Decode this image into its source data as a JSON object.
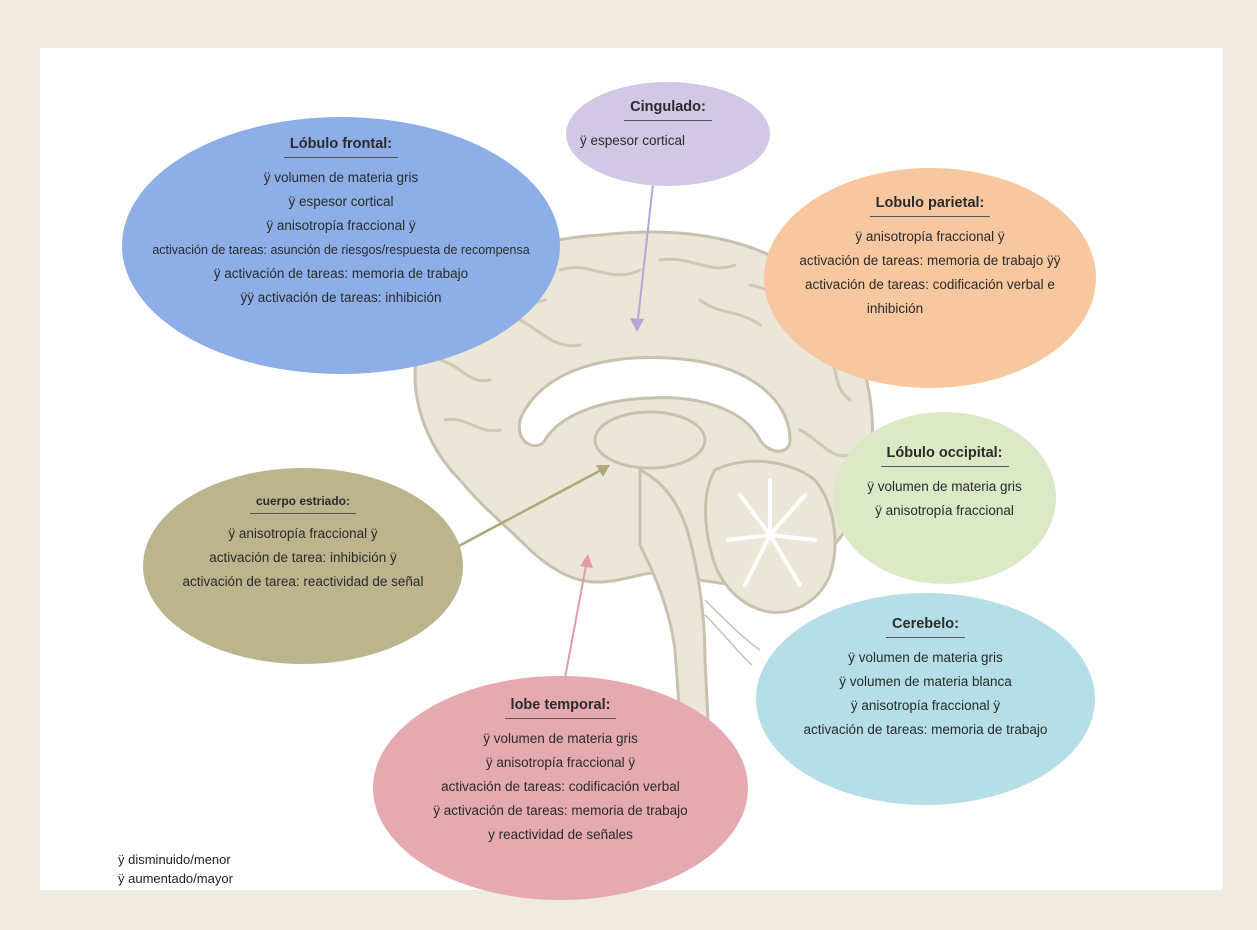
{
  "colors": {
    "background": "#efebe2",
    "panel": "#ffffff",
    "frontal": "#8daee6",
    "cingulate": "#d3c7e6",
    "parietal": "#f7c79f",
    "occipital": "#dbe9c7",
    "striatum": "#bcb48d",
    "temporal": "#e4aab0",
    "cerebellum": "#b5dee7",
    "brain_fill": "#ebe6d8",
    "brain_line": "#c8c1ad"
  },
  "regions": {
    "frontal": {
      "title": "Lóbulo frontal:",
      "lines": [
        "ÿ volumen de materia gris",
        "ÿ espesor cortical",
        "ÿ anisotropía fraccional ÿ",
        "activación de tareas: asunción de riesgos/respuesta de recompensa",
        "ÿ activación de tareas: memoria de trabajo",
        "ÿÿ activación de tareas: inhibición"
      ]
    },
    "cingulate": {
      "title": "Cingulado:",
      "lines": [
        "ÿ espesor cortical"
      ]
    },
    "parietal": {
      "title": "Lobulo parietal:",
      "lines": [
        "ÿ anisotropía fraccional ÿ",
        "activación de tareas: memoria de trabajo ÿÿ",
        "activación de tareas: codificación verbal e",
        "inhibición"
      ]
    },
    "occipital": {
      "title": "Lóbulo occipital:",
      "lines": [
        "ÿ volumen de materia gris",
        "ÿ anisotropía fraccional"
      ]
    },
    "striatum": {
      "title": "cuerpo estriado:",
      "lines": [
        "ÿ anisotropía fraccional ÿ",
        "activación de tarea: inhibición ÿ",
        "activación de tarea: reactividad de señal"
      ]
    },
    "temporal": {
      "title": "lobe temporal:",
      "lines": [
        "ÿ volumen de materia gris",
        "ÿ anisotropía fraccional ÿ",
        "activación de tareas: codificación verbal",
        "ÿ activación de tareas: memoria de trabajo",
        "y reactividad de señales"
      ]
    },
    "cerebellum": {
      "title": "Cerebelo:",
      "lines": [
        "ÿ volumen de materia gris",
        "ÿ volumen de materia blanca",
        "ÿ anisotropía fraccional ÿ",
        "activación de tareas: memoria de trabajo"
      ]
    }
  },
  "legend": {
    "decreased": "ÿ disminuido/menor",
    "increased": "ÿ aumentado/mayor"
  }
}
